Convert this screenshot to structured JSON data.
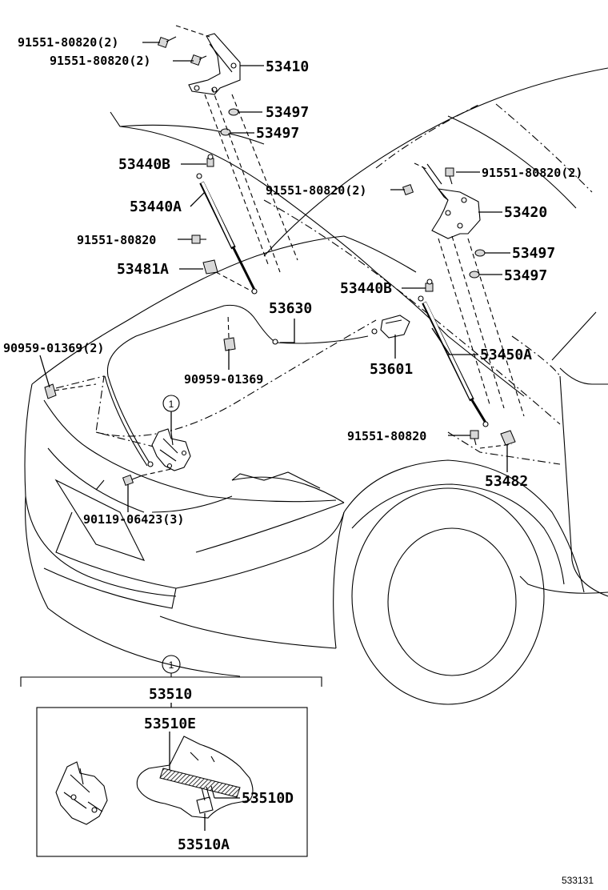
{
  "labels": {
    "p91551_a": "91551-80820(2)",
    "p91551_b": "91551-80820(2)",
    "p53410": "53410",
    "p53497_a": "53497",
    "p53497_b": "53497",
    "p53440B_a": "53440B",
    "p53440A": "53440A",
    "p91551_c": "91551-80820",
    "p53481A": "53481A",
    "p91551_d": "91551-80820(2)",
    "p91551_e": "91551-80820(2)",
    "p53420": "53420",
    "p53497_c": "53497",
    "p53497_d": "53497",
    "p53440B_b": "53440B",
    "p53630": "53630",
    "p90959_a": "90959-01369(2)",
    "p90959_b": "90959-01369",
    "p53601": "53601",
    "p53450A": "53450A",
    "p91551_f": "91551-80820",
    "p53482": "53482",
    "p90119": "90119-06423(3)",
    "callout_1": "1",
    "callout_1_detail": "1",
    "p53510": "53510",
    "p53510E": "53510E",
    "p53510D": "53510D",
    "p53510A": "53510A",
    "illustration_id": "533131"
  }
}
